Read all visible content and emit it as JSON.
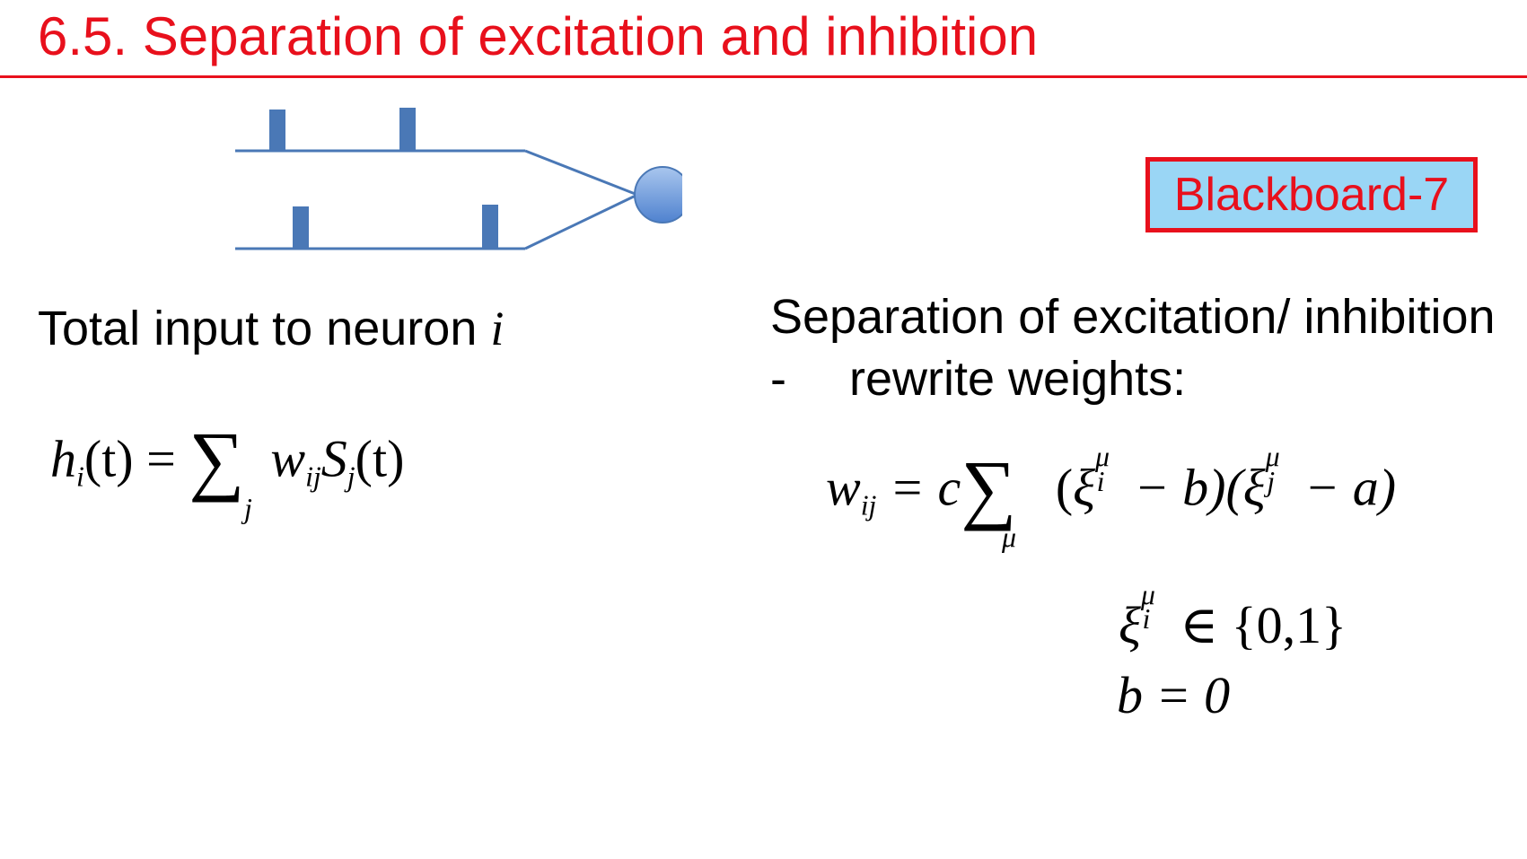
{
  "slide": {
    "title": "6.5. Separation of excitation and inhibition",
    "blackboard_label": "Blackboard-7"
  },
  "left": {
    "caption": "Total input to neuron",
    "caption_var": "i",
    "eq_h": "h",
    "eq_h_sub": "i",
    "eq_t": "(t)",
    "eq_equals": "=",
    "eq_sigma": "∑",
    "eq_sigma_sub": "j",
    "eq_w": "w",
    "eq_w_sub": "ij",
    "eq_S": "S",
    "eq_S_sub": "j",
    "eq_t2": "(t)"
  },
  "right": {
    "heading": "Separation of excitation/ inhibition",
    "bullet_dash": "-",
    "bullet_text": "rewrite weights:",
    "w": "w",
    "w_sub": "ij",
    "equals_c": "= c",
    "sigma": "∑",
    "sigma_sub": "μ",
    "xi": "ξ",
    "xi_sup": "μ",
    "xi_sub_i": "i",
    "xi_sub_j": "j",
    "minus_b": " − b)(",
    "minus_a": " − a)",
    "open_paren": "(",
    "set_xi_sup": "μ",
    "set_xi_sub": "i",
    "in_set": "∈ {0,1}",
    "b_eq": "b = 0"
  }
}
